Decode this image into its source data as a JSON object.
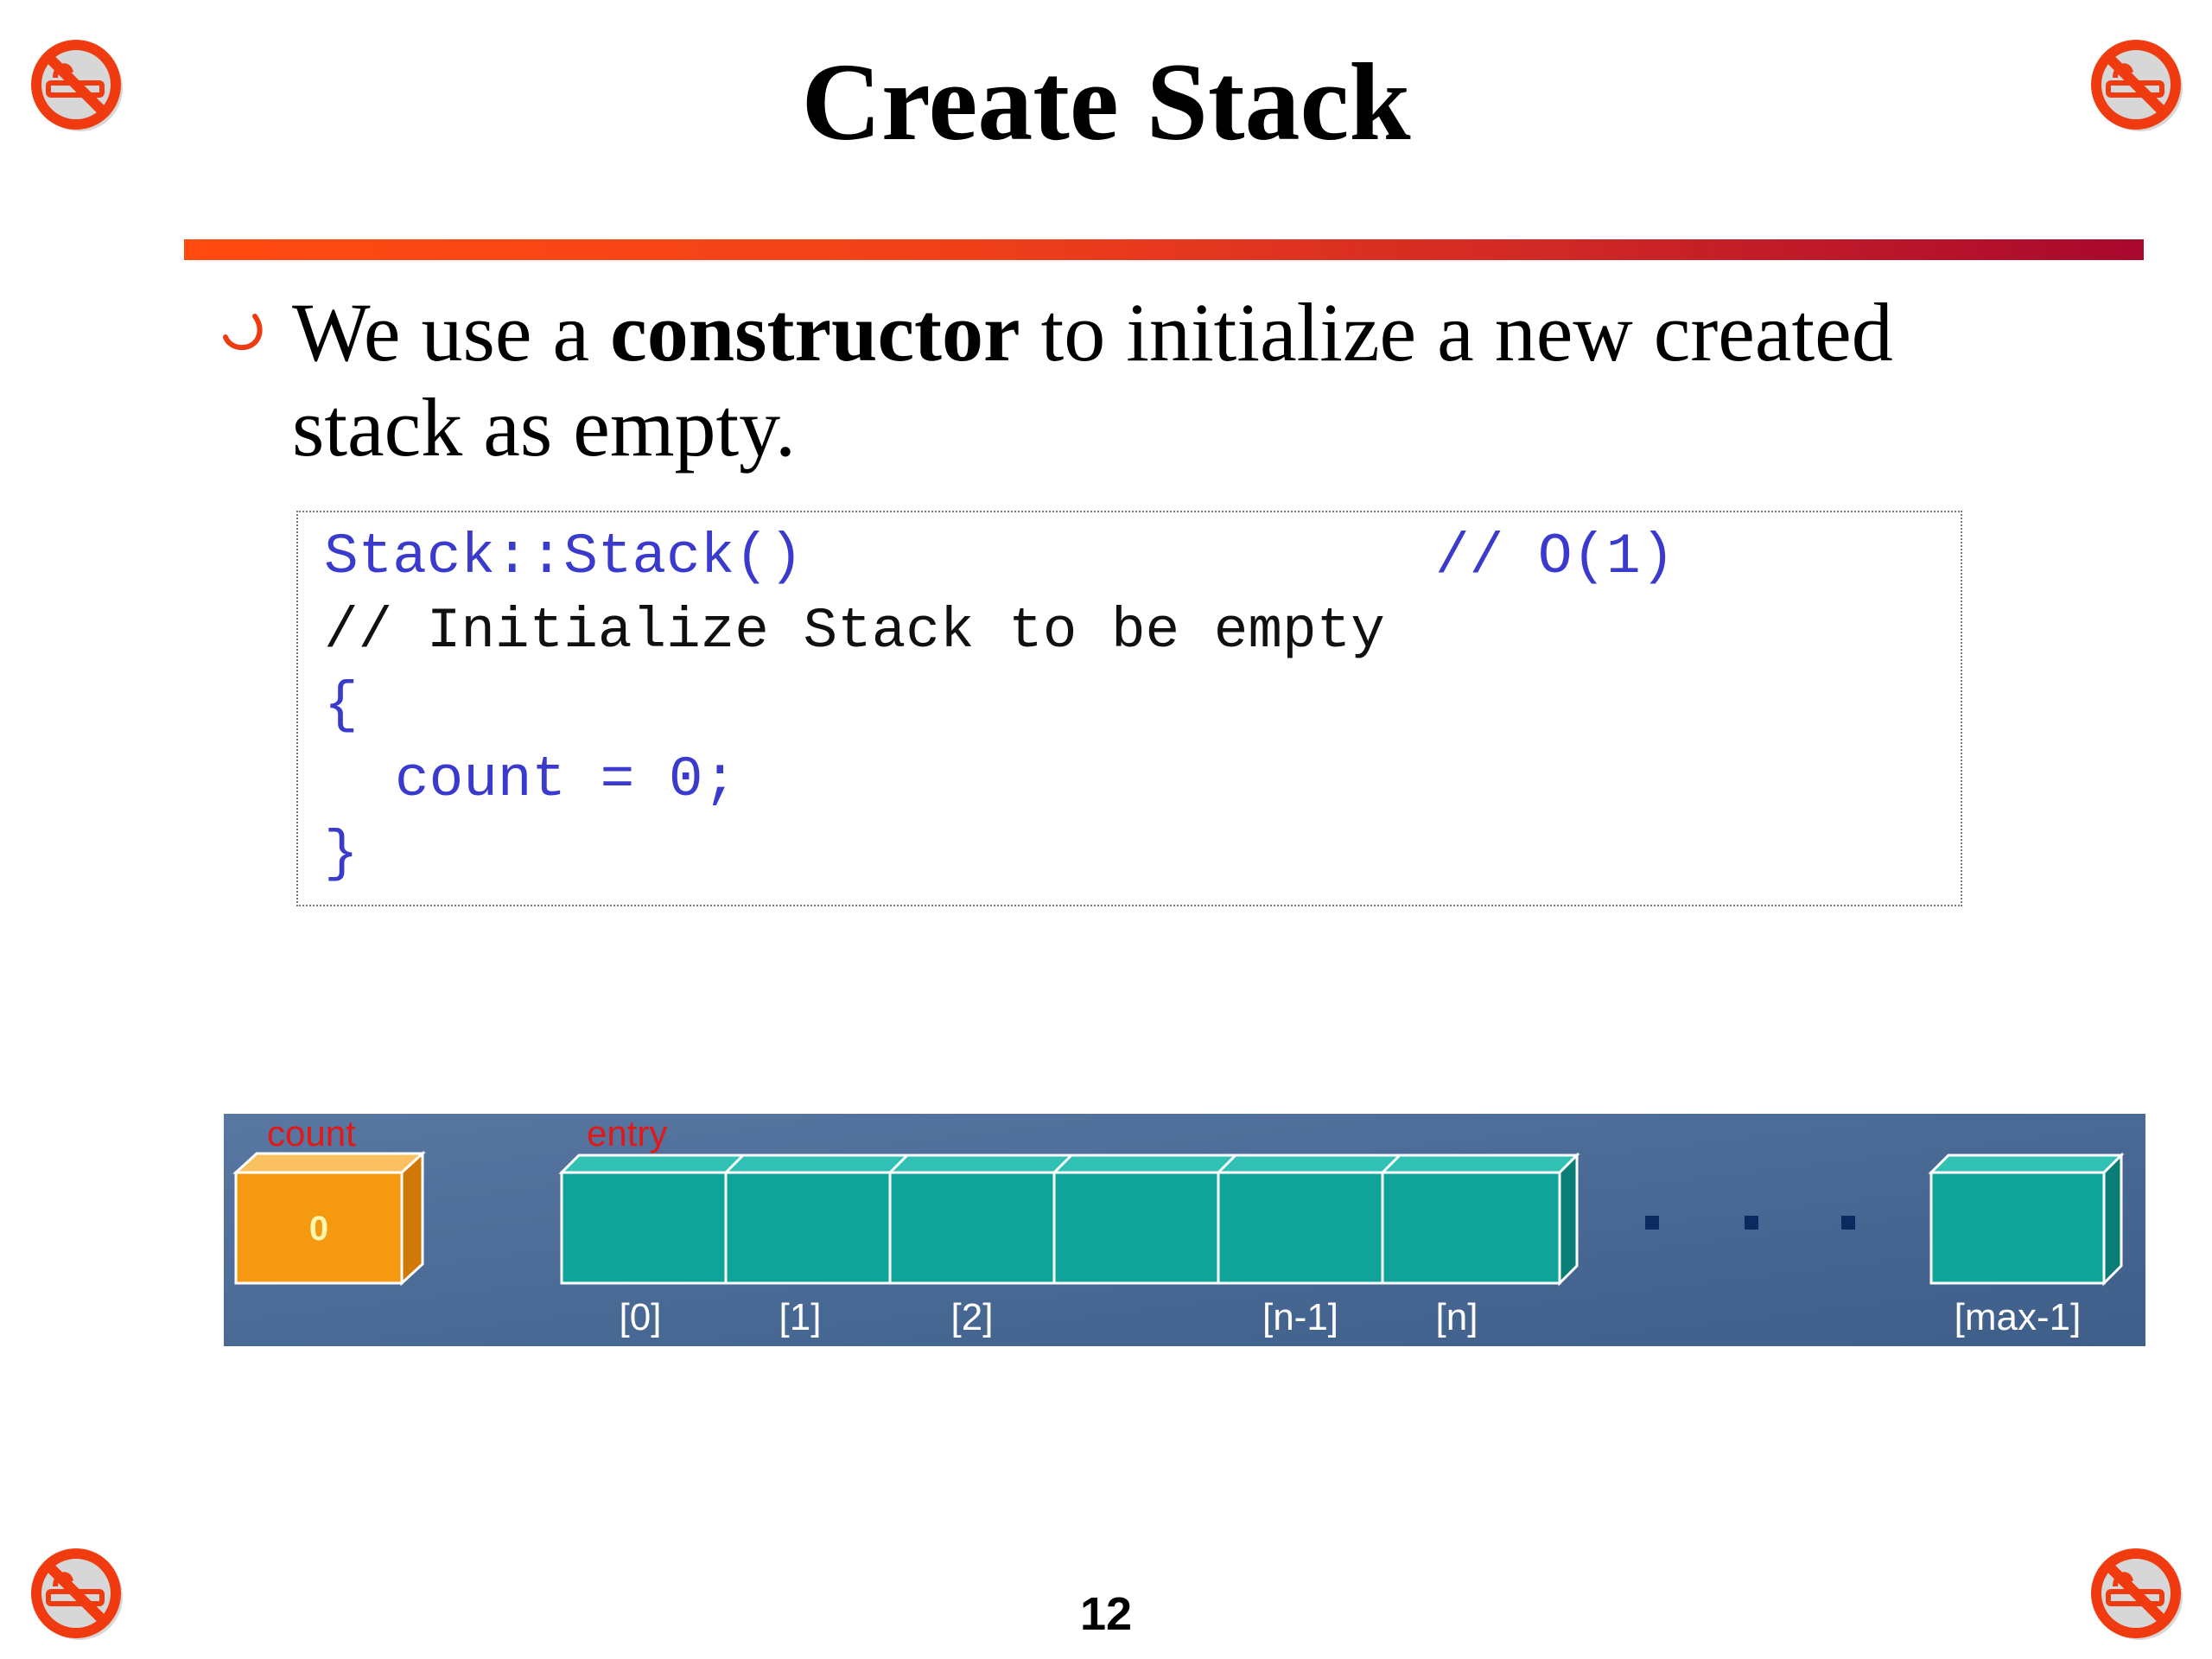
{
  "slide": {
    "title": "Create Stack",
    "page_number": "12"
  },
  "bullet": {
    "text_before": "We use a ",
    "bold_word": "constructor",
    "text_after": " to initialize a new created stack as empty."
  },
  "code": {
    "signature": "Stack::Stack()",
    "complexity_comment": "// O(1)",
    "comment_line": "// Initialize Stack to be empty",
    "open_brace": "{",
    "body_line": "count = 0;",
    "close_brace": "}"
  },
  "diagram": {
    "count_label": "count",
    "count_value": "0",
    "entry_label": "entry",
    "index_labels": [
      "[0]",
      "[1]",
      "[2]",
      "[n-1]",
      "[n]",
      "[max-1]"
    ],
    "ellipsis": "■ ■ ■"
  },
  "colors": {
    "title_rule_start": "#ff4a10",
    "title_rule_end": "#a8082e",
    "code_text": "#3a3acc",
    "diagram_bg": "#4a6a96",
    "count_box": "#f59a10",
    "entry_box": "#10a39a",
    "diagram_label_red": "#e01818",
    "no_smoking_icon": "#f03a10"
  },
  "icons": [
    "no-smoking-icon",
    "no-smoking-icon",
    "no-smoking-icon",
    "no-smoking-icon",
    "bullet-arc-icon"
  ]
}
